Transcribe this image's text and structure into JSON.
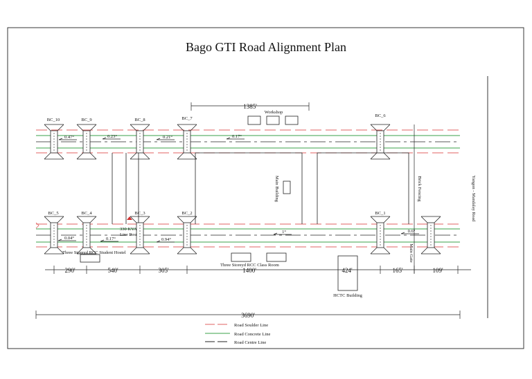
{
  "title": "Bago GTI Road Alignment Plan",
  "dimensions": {
    "top": "1385'",
    "d290": "290'",
    "d540": "540'",
    "d305": "305'",
    "d1400": "1400'",
    "d424": "424'",
    "d165": "165'",
    "d109": "109'",
    "total": "3690'"
  },
  "culverts": {
    "bc10": "BC_10",
    "bc9": "BC_9",
    "bc8": "BC_8",
    "bc7": "BC_7",
    "bc6": "BC_6",
    "bc5": "BC_5",
    "bc4": "BC_4",
    "bc3": "BC_3",
    "bc2": "BC_2",
    "bc1": "BC_1"
  },
  "slopes": {
    "s047": "0.47°",
    "s023": "0.23°",
    "s021": "0.21°",
    "s017top": "0.17°",
    "s004": "0.04°",
    "s017bot": "0.17°",
    "s094": "0.94°",
    "s1": "1°",
    "s06": "0.6°"
  },
  "buildings": {
    "workshop": "Workshop",
    "main": "Main Building",
    "fencing": "Brick Fencing",
    "road": "Yangon - Mandalay Road",
    "kva1": "330 KVA",
    "kva2": "Line Post",
    "hostel": "Three Storeyd RCC Student Hostel",
    "classroom": "Three Storeyd RCC Class Room",
    "hctc": "HCTC Building",
    "gate": "Main Gate"
  },
  "legend": [
    {
      "label": "Road Soulder Line",
      "color": "#e06060"
    },
    {
      "label": "Road Concrete Line",
      "color": "#3aa04a"
    },
    {
      "label": "Road Centre Line",
      "color": "#222222"
    }
  ]
}
